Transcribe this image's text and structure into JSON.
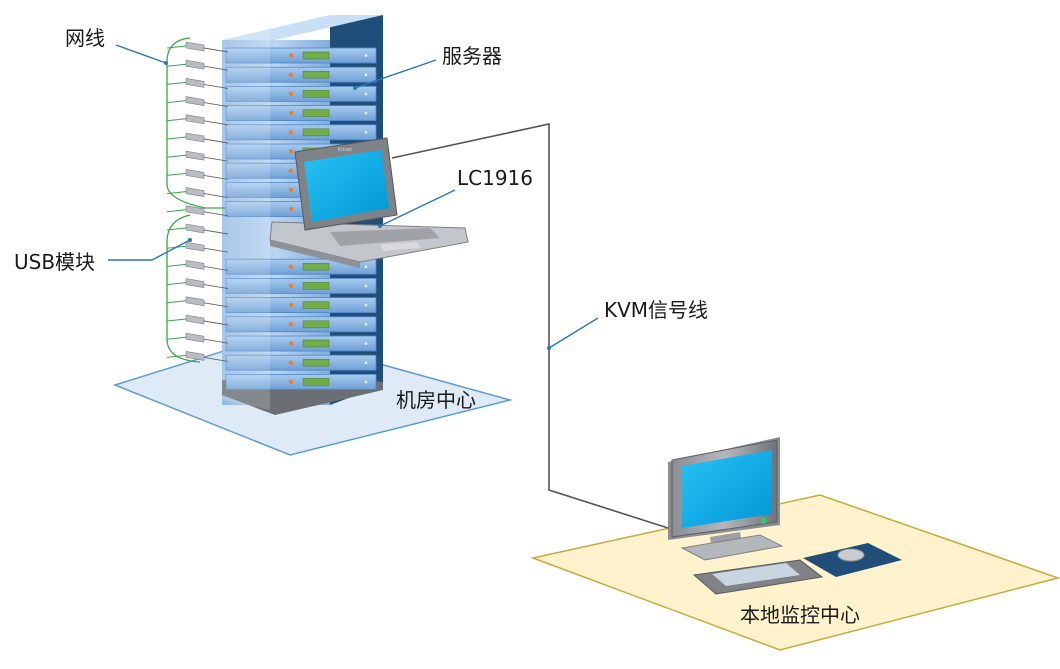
{
  "labels": {
    "network_cable": "网线",
    "server": "服务器",
    "lc_device": "LC1916",
    "usb_module": "USB模块",
    "kvm_cable": "KVM信号线",
    "machine_room": "机房中心",
    "local_monitor": "本地监控中心"
  },
  "console_brand": "Kinan",
  "colors": {
    "rack_blue": "#5b9bd5",
    "rack_light": "#a9c8ea",
    "rack_dark": "#1f4e79",
    "screen_blue": "#00b0f0",
    "panel_green": "#70ad47",
    "led_orange": "#ed7d31",
    "floor_blue": "#deebf7",
    "floor_yellow": "#fff2cc",
    "cable_green": "#3aa64a",
    "leader_blue": "#2e75b6"
  }
}
